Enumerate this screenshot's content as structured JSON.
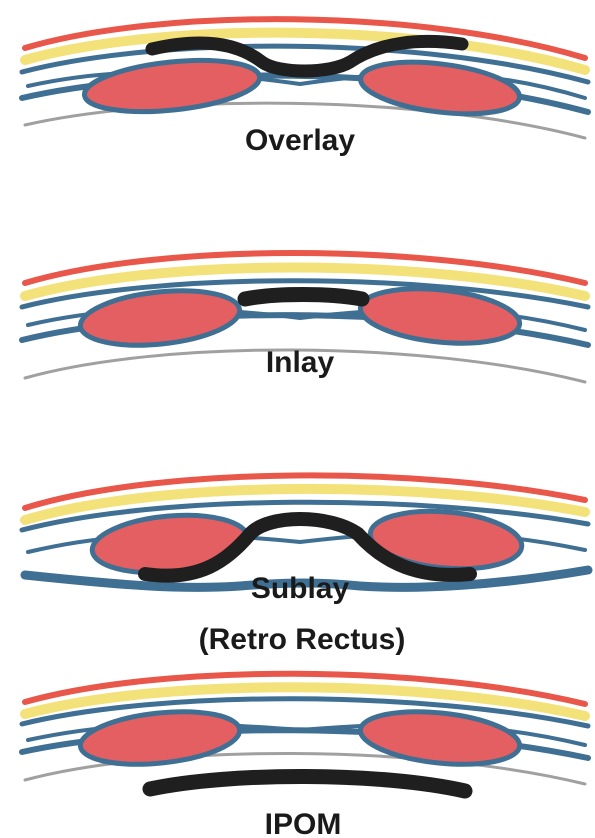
{
  "panels": [
    {
      "id": "overlay",
      "label_lines": [
        "Overlay"
      ]
    },
    {
      "id": "inlay",
      "label_lines": [
        "Inlay"
      ]
    },
    {
      "id": "sublay",
      "label_lines": [
        "Sublay",
        "(Retro Rectus)"
      ]
    },
    {
      "id": "ipom",
      "label_lines": [
        "IPOM"
      ]
    }
  ],
  "colors": {
    "skin": "#e8574a",
    "fat": "#f3e27a",
    "fascia": "#3f6f93",
    "muscle": "#e45f62",
    "peritoneum": "#9a9a9a",
    "mesh": "#1f1f1f"
  }
}
